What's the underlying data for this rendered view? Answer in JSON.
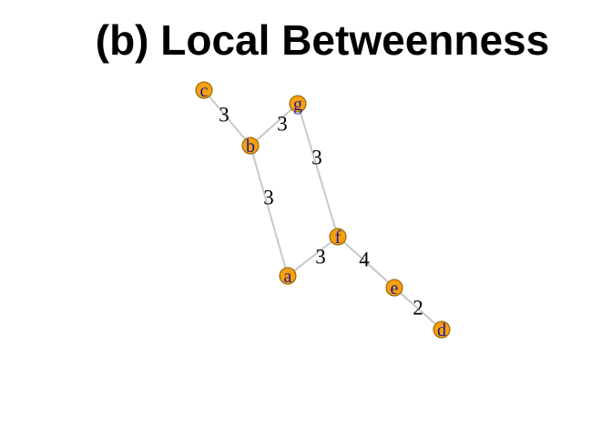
{
  "title": "(b) Local Betweenness",
  "colors": {
    "node_fill": "#f5a00f",
    "node_label": "#1a1a9c",
    "edge": "#c8c8c8"
  },
  "nodes": [
    {
      "id": "c",
      "label": "c"
    },
    {
      "id": "g",
      "label": "g"
    },
    {
      "id": "b",
      "label": "b"
    },
    {
      "id": "f",
      "label": "f"
    },
    {
      "id": "a",
      "label": "a"
    },
    {
      "id": "e",
      "label": "e"
    },
    {
      "id": "d",
      "label": "d"
    }
  ],
  "edges": [
    {
      "source": "c",
      "target": "b",
      "label": "3"
    },
    {
      "source": "b",
      "target": "g",
      "label": "3"
    },
    {
      "source": "g",
      "target": "f",
      "label": "3"
    },
    {
      "source": "b",
      "target": "a",
      "label": "3"
    },
    {
      "source": "a",
      "target": "f",
      "label": "3"
    },
    {
      "source": "f",
      "target": "e",
      "label": "4"
    },
    {
      "source": "e",
      "target": "d",
      "label": "2"
    }
  ]
}
